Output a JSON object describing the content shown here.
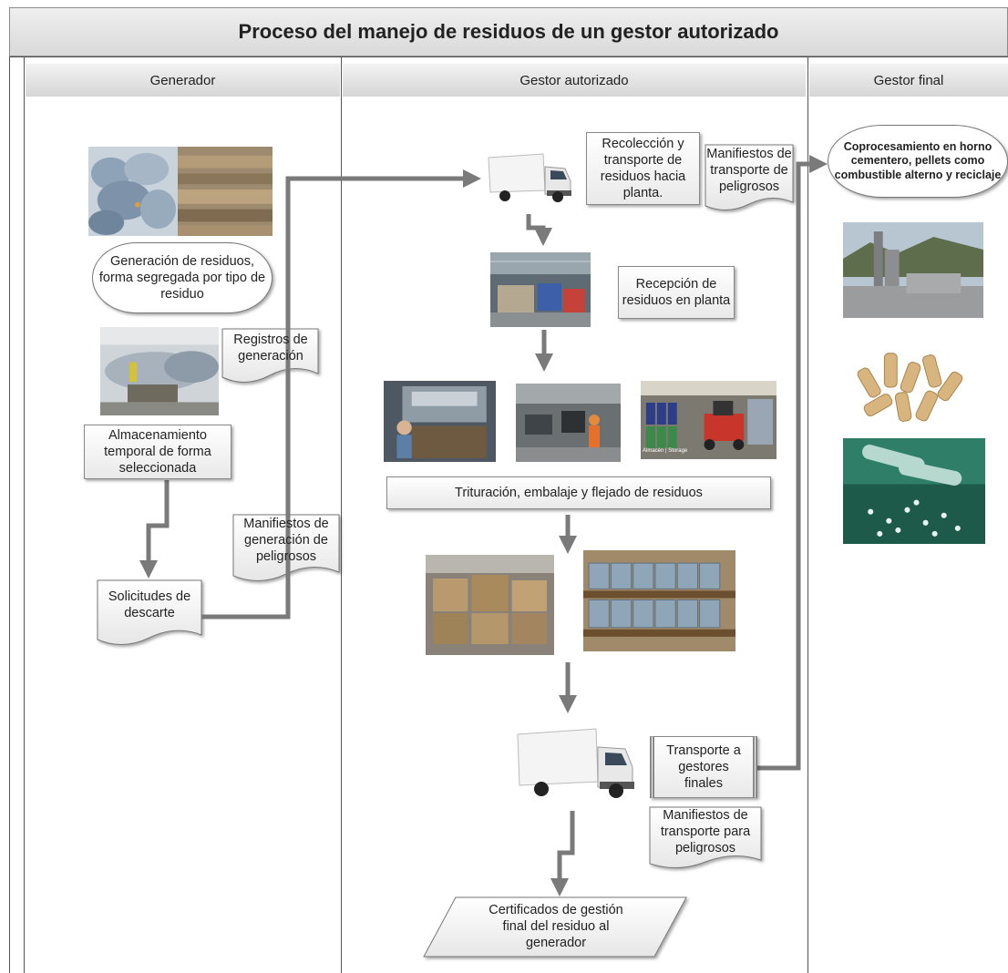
{
  "title": "Proceso del manejo de residuos de un gestor autorizado",
  "lanes": [
    "Generador",
    "Gestor autorizado",
    "Gestor final"
  ],
  "generador": {
    "generacion": "Generación de residuos, forma segregada por tipo de residuo",
    "registros": "Registros de generación",
    "almacenamiento": "Almacenamiento temporal de forma seleccionada",
    "solicitudes": "Solicitudes de descarte",
    "manifiestos_generacion": "Manifiestos de generación de peligrosos"
  },
  "gestor_autorizado": {
    "recoleccion": "Recolección y transporte de residuos hacia planta.",
    "manifiestos_transporte_top": "Manifiestos de transporte de peligrosos",
    "recepcion": "Recepción de residuos en planta",
    "trituracion": "Trituración, embalaje y flejado de residuos",
    "transporte_gestores": "Transporte a gestores finales",
    "manifiestos_transporte_bottom": "Manifiestos de transporte para peligrosos",
    "certificados": "Certificados de gestión final del residuo al generador",
    "photo_caption": "Almacén | Storage"
  },
  "gestor_final": {
    "coprocesamiento": "Coprocesamiento en horno cementero, pellets como combustible alterno y reciclaje"
  },
  "colors": {
    "arrow": "#7a7a7a",
    "lane_border": "#555555",
    "header_bg": "#dcdcdc"
  }
}
